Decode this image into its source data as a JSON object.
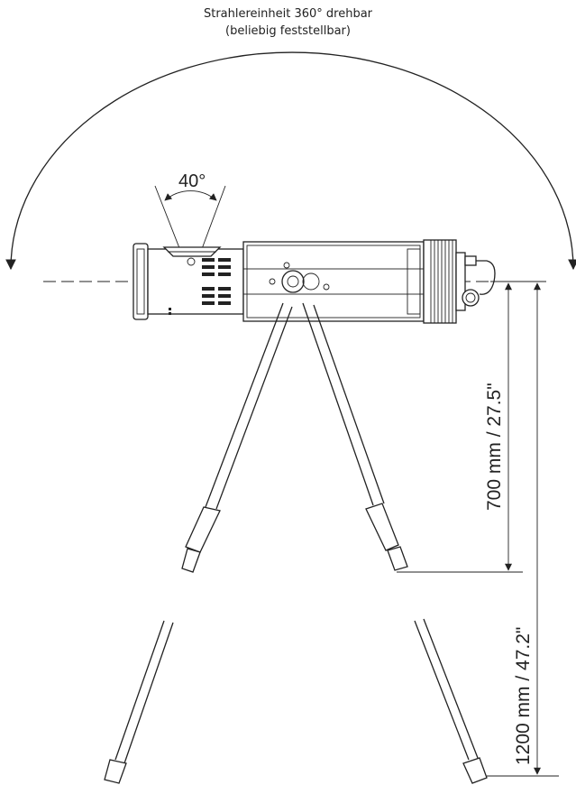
{
  "caption": {
    "line1": "Strahlereinheit 360° drehbar",
    "line2": "(beliebig feststellbar)"
  },
  "labels": {
    "angle": "40°",
    "dim_low": "700 mm / 27.5\"",
    "dim_high": "1200 mm / 47.2\""
  },
  "colors": {
    "stroke": "#222222",
    "background": "#ffffff"
  }
}
